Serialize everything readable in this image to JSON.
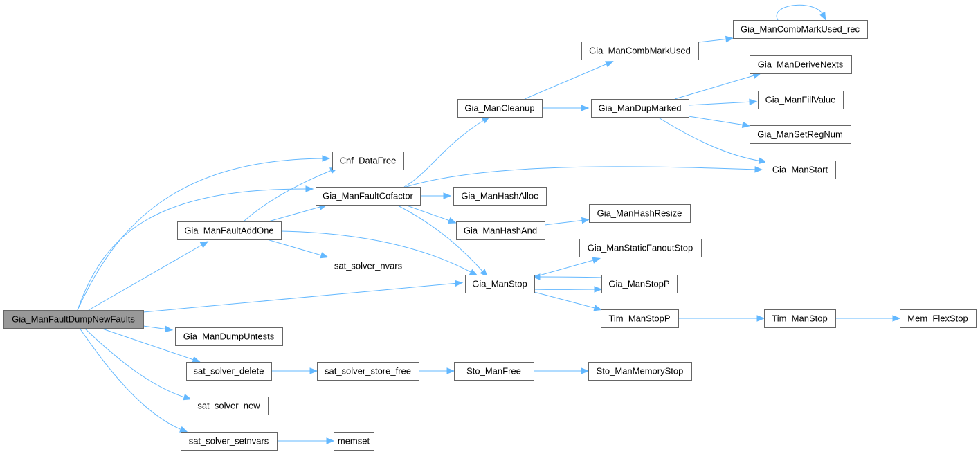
{
  "graph": {
    "title": "Gia_ManFaultDumpNewFaults call graph",
    "edge_color": "#63b8ff",
    "node_border_color": "#666666",
    "root_fill_color": "#999999",
    "nodes": [
      {
        "id": "root",
        "label": "Gia_ManFaultDumpNewFaults",
        "root": true
      },
      {
        "id": "cnf_datafree",
        "label": "Cnf_DataFree"
      },
      {
        "id": "faultcofactor",
        "label": "Gia_ManFaultCofactor"
      },
      {
        "id": "faultaddone",
        "label": "Gia_ManFaultAddOne"
      },
      {
        "id": "satnvars",
        "label": "sat_solver_nvars"
      },
      {
        "id": "manstop",
        "label": "Gia_ManStop"
      },
      {
        "id": "dumpuntests",
        "label": "Gia_ManDumpUntests"
      },
      {
        "id": "satdelete",
        "label": "sat_solver_delete"
      },
      {
        "id": "satnew",
        "label": "sat_solver_new"
      },
      {
        "id": "satsetnvars",
        "label": "sat_solver_setnvars"
      },
      {
        "id": "storefree",
        "label": "sat_solver_store_free"
      },
      {
        "id": "stomanfree",
        "label": "Sto_ManFree"
      },
      {
        "id": "stomemstop",
        "label": "Sto_ManMemoryStop"
      },
      {
        "id": "memset",
        "label": "memset"
      },
      {
        "id": "cleanup",
        "label": "Gia_ManCleanup"
      },
      {
        "id": "combmarkused",
        "label": "Gia_ManCombMarkUsed"
      },
      {
        "id": "combmarkusedrec",
        "label": "Gia_ManCombMarkUsed_rec"
      },
      {
        "id": "dupmarked",
        "label": "Gia_ManDupMarked"
      },
      {
        "id": "derivenexts",
        "label": "Gia_ManDeriveNexts"
      },
      {
        "id": "fillvalue",
        "label": "Gia_ManFillValue"
      },
      {
        "id": "setregnum",
        "label": "Gia_ManSetRegNum"
      },
      {
        "id": "manstart",
        "label": "Gia_ManStart"
      },
      {
        "id": "hashalloc",
        "label": "Gia_ManHashAlloc"
      },
      {
        "id": "hashand",
        "label": "Gia_ManHashAnd"
      },
      {
        "id": "hashresize",
        "label": "Gia_ManHashResize"
      },
      {
        "id": "staticfanoutstop",
        "label": "Gia_ManStaticFanoutStop"
      },
      {
        "id": "manstopp",
        "label": "Gia_ManStopP"
      },
      {
        "id": "timmanstopp",
        "label": "Tim_ManStopP"
      },
      {
        "id": "timmanstop",
        "label": "Tim_ManStop"
      },
      {
        "id": "memflexstop",
        "label": "Mem_FlexStop"
      }
    ],
    "edges": [
      {
        "from": "root",
        "to": "cnf_datafree"
      },
      {
        "from": "root",
        "to": "faultcofactor"
      },
      {
        "from": "root",
        "to": "faultaddone"
      },
      {
        "from": "root",
        "to": "manstop"
      },
      {
        "from": "root",
        "to": "dumpuntests"
      },
      {
        "from": "root",
        "to": "satdelete"
      },
      {
        "from": "root",
        "to": "satnew"
      },
      {
        "from": "root",
        "to": "satsetnvars"
      },
      {
        "from": "faultaddone",
        "to": "cnf_datafree"
      },
      {
        "from": "faultaddone",
        "to": "faultcofactor"
      },
      {
        "from": "faultaddone",
        "to": "satnvars"
      },
      {
        "from": "faultaddone",
        "to": "manstop"
      },
      {
        "from": "faultcofactor",
        "to": "cleanup"
      },
      {
        "from": "faultcofactor",
        "to": "manstart"
      },
      {
        "from": "faultcofactor",
        "to": "hashalloc"
      },
      {
        "from": "faultcofactor",
        "to": "hashand"
      },
      {
        "from": "faultcofactor",
        "to": "manstop"
      },
      {
        "from": "cleanup",
        "to": "combmarkused"
      },
      {
        "from": "cleanup",
        "to": "dupmarked"
      },
      {
        "from": "combmarkused",
        "to": "combmarkusedrec"
      },
      {
        "from": "combmarkusedrec",
        "to": "combmarkusedrec"
      },
      {
        "from": "dupmarked",
        "to": "derivenexts"
      },
      {
        "from": "dupmarked",
        "to": "fillvalue"
      },
      {
        "from": "dupmarked",
        "to": "setregnum"
      },
      {
        "from": "dupmarked",
        "to": "manstart"
      },
      {
        "from": "hashand",
        "to": "hashresize"
      },
      {
        "from": "manstop",
        "to": "staticfanoutstop"
      },
      {
        "from": "manstop",
        "to": "manstopp"
      },
      {
        "from": "manstopp",
        "to": "manstop"
      },
      {
        "from": "manstop",
        "to": "timmanstopp"
      },
      {
        "from": "timmanstopp",
        "to": "timmanstop"
      },
      {
        "from": "timmanstop",
        "to": "memflexstop"
      },
      {
        "from": "satdelete",
        "to": "storefree"
      },
      {
        "from": "storefree",
        "to": "stomanfree"
      },
      {
        "from": "stomanfree",
        "to": "stomemstop"
      },
      {
        "from": "satsetnvars",
        "to": "memset"
      }
    ]
  }
}
